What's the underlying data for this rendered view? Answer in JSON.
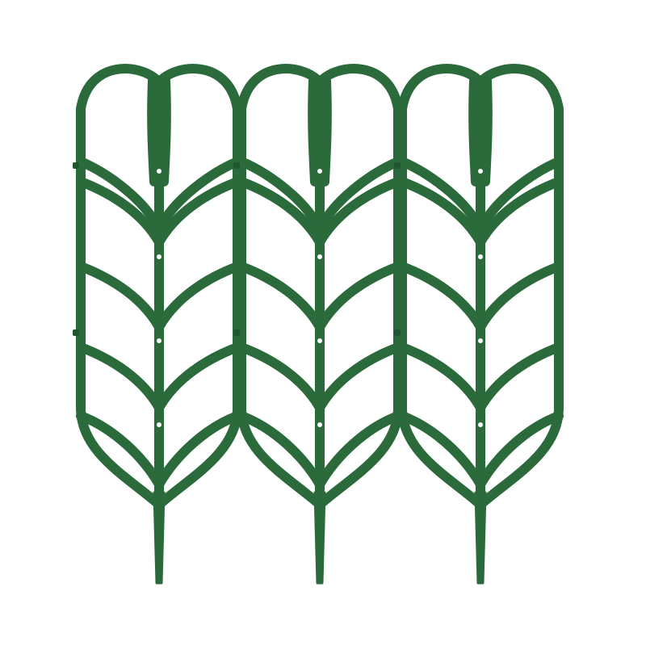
{
  "image": {
    "subject": "trellis",
    "panel_count": 3,
    "colors": {
      "background": "#ffffff",
      "plastic": "#2b6a3b",
      "plastic_shadow": "#1f5530",
      "plastic_highlight": "#3c7d4c",
      "hole": "#ffffff"
    },
    "panels": [
      {
        "name": "panel-left"
      },
      {
        "name": "panel-middle"
      },
      {
        "name": "panel-right"
      }
    ]
  }
}
